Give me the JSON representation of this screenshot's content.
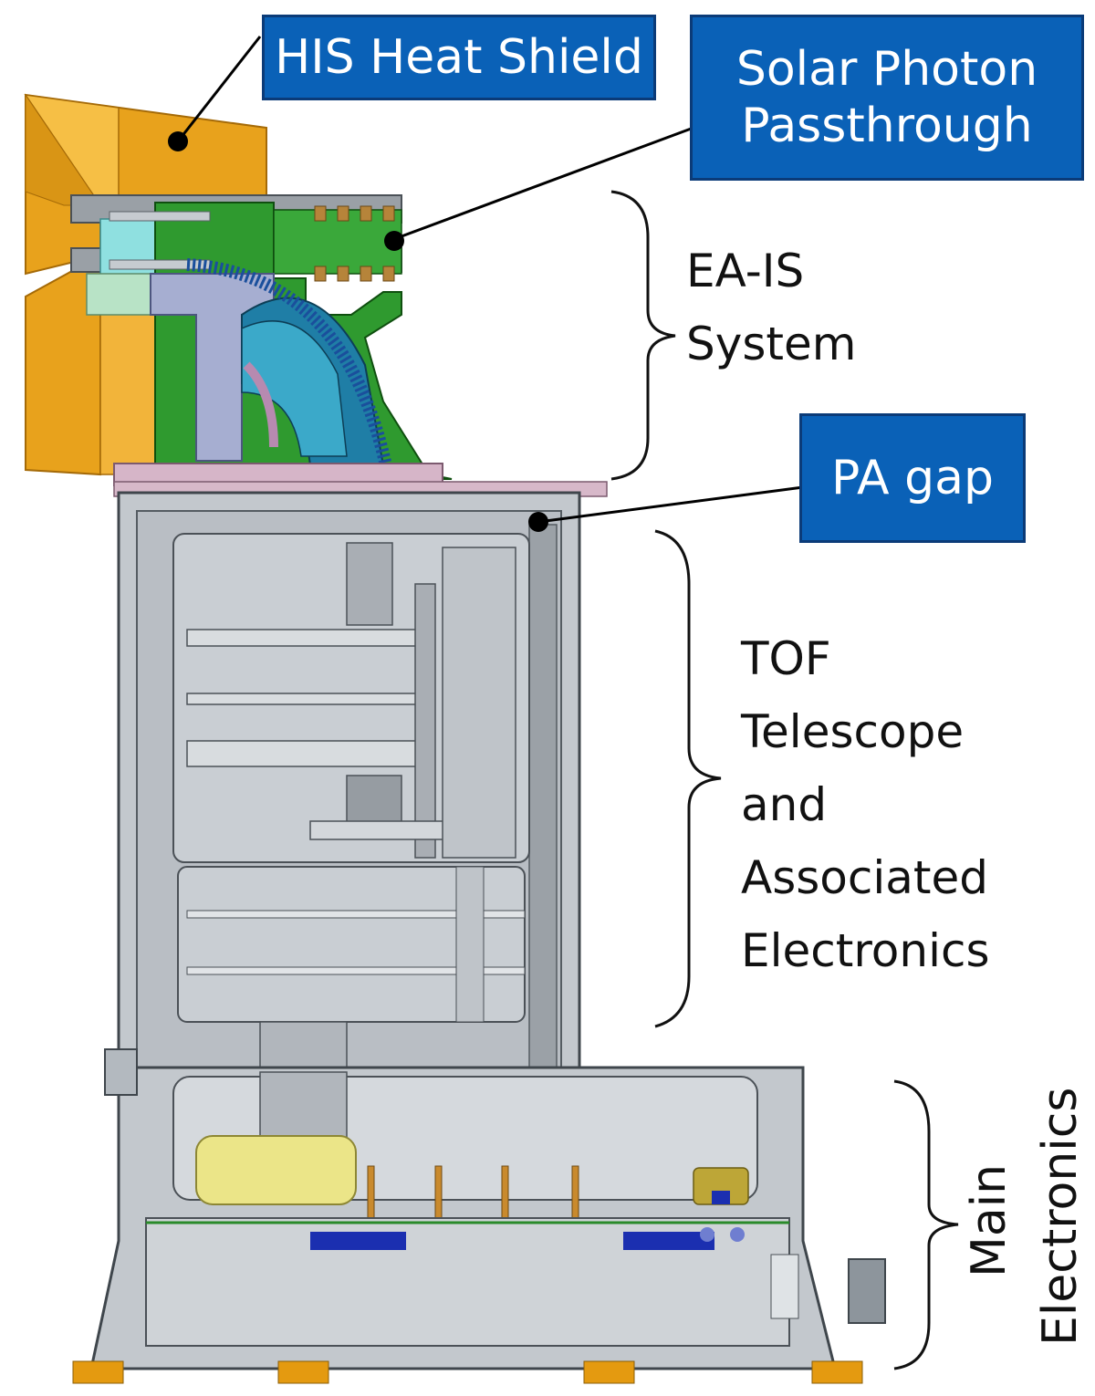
{
  "callouts": {
    "his_heat_shield": "HIS Heat Shield",
    "solar_photon_passthrough": "Solar Photon\nPassthrough",
    "pa_gap": "PA gap"
  },
  "section_labels": {
    "ea_is_system": "EA-IS\nSystem",
    "tof_telescope": "TOF\nTelescope\nand\nAssociated\nElectronics",
    "main_electronics_line1": "Main",
    "main_electronics_line2": "Electronics"
  },
  "colors": {
    "callout_fill": "#0a61b7",
    "callout_border": "#0b3b78",
    "heat_shield": "#f0a81e",
    "ea_is_green": "#2f9a2f",
    "analyzer_blue": "#2a86b8",
    "housing_gray": "#c7ccd1",
    "dark_gray": "#8d959c",
    "yellow_component": "#e9e48a",
    "copper_pins": "#c98a2d",
    "pink_plate": "#d6b5c8",
    "electronics_blue": "#1b2fb0"
  }
}
